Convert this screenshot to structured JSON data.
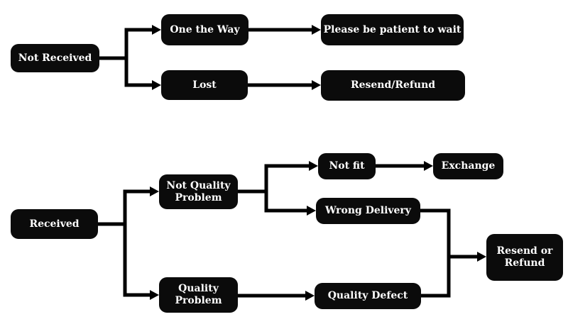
{
  "diagram": {
    "type": "flowchart",
    "colors": {
      "background": "#ffffff",
      "node_bg": "#0b0b0b",
      "node_text": "#ffffff",
      "connector": "#000000"
    },
    "nodes": {
      "not_received": {
        "label": "Not Received"
      },
      "one_the_way": {
        "label": "One the Way"
      },
      "lost": {
        "label": "Lost"
      },
      "please_wait": {
        "label": "Please be patient to wait"
      },
      "resend_refund": {
        "label": "Resend/Refund"
      },
      "received": {
        "label": "Received"
      },
      "not_quality_problem": {
        "label": "Not Quality Problem"
      },
      "quality_problem": {
        "label": "Quality Problem"
      },
      "not_fit": {
        "label": "Not fit"
      },
      "exchange": {
        "label": "Exchange"
      },
      "wrong_delivery": {
        "label": "Wrong Delivery"
      },
      "quality_defect": {
        "label": "Quality Defect"
      },
      "resend_or_refund": {
        "label": "Resend or Refund"
      }
    },
    "edges": [
      {
        "from": "Not Received",
        "to": "One the Way"
      },
      {
        "from": "Not Received",
        "to": "Lost"
      },
      {
        "from": "One the Way",
        "to": "Please be patient to wait"
      },
      {
        "from": "Lost",
        "to": "Resend/Refund"
      },
      {
        "from": "Received",
        "to": "Not Quality Problem"
      },
      {
        "from": "Received",
        "to": "Quality Problem"
      },
      {
        "from": "Not Quality Problem",
        "to": "Not fit"
      },
      {
        "from": "Not Quality Problem",
        "to": "Wrong Delivery"
      },
      {
        "from": "Not fit",
        "to": "Exchange"
      },
      {
        "from": "Wrong Delivery",
        "to": "Resend or Refund"
      },
      {
        "from": "Quality Problem",
        "to": "Quality Defect"
      },
      {
        "from": "Quality Defect",
        "to": "Resend or Refund"
      }
    ]
  }
}
